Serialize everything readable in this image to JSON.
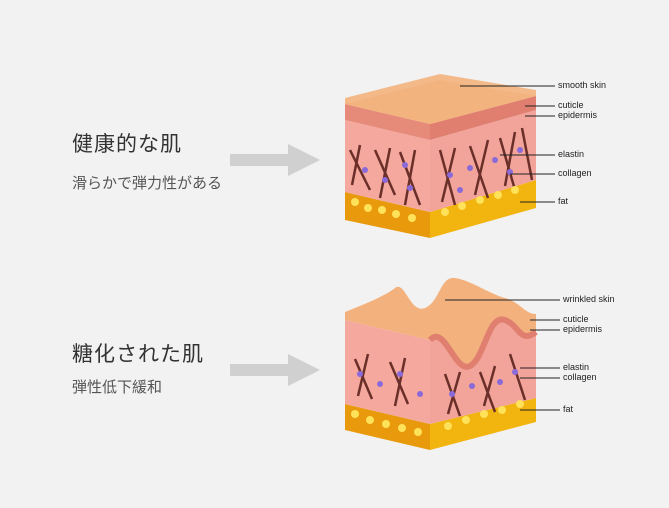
{
  "healthy": {
    "title": "健康的な肌",
    "subtitle": "滑らかで弾力性がある",
    "labels": {
      "smooth_skin": "smooth skin",
      "cuticle": "cuticle",
      "epidermis": "epidermis",
      "elastin": "elastin",
      "collagen": "collagen",
      "fat": "fat"
    }
  },
  "glycated": {
    "title": "糖化された肌",
    "subtitle": "弾性低下緩和",
    "labels": {
      "wrinkled_skin": "wrinkled skin",
      "cuticle": "cuticle",
      "epidermis": "epidermis",
      "elastin": "elastin",
      "collagen": "collagen",
      "fat": "fat"
    }
  },
  "colors": {
    "background": "#f2f2f2",
    "skin_top": "#f3b27d",
    "dermis": "#f2a49a",
    "fat": "#f2b40e",
    "fiber": "#6b2f2a",
    "elastin": "#8a6ad8",
    "arrow": "#d0d0d0"
  }
}
